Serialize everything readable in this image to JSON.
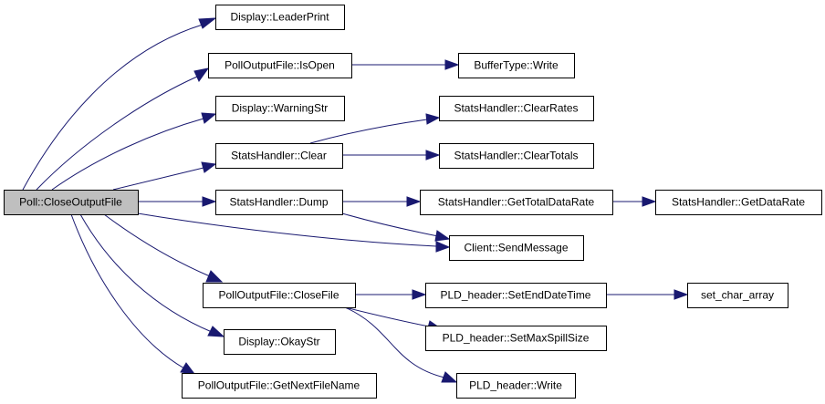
{
  "graph": {
    "nodes": [
      {
        "id": "root",
        "label": "Poll::CloseOutputFile",
        "root": true
      },
      {
        "id": "lp",
        "label": "Display::LeaderPrint"
      },
      {
        "id": "io",
        "label": "PollOutputFile::IsOpen"
      },
      {
        "id": "bw",
        "label": "BufferType::Write"
      },
      {
        "id": "ws",
        "label": "Display::WarningStr"
      },
      {
        "id": "cr",
        "label": "StatsHandler::ClearRates"
      },
      {
        "id": "clr",
        "label": "StatsHandler::Clear"
      },
      {
        "id": "ct",
        "label": "StatsHandler::ClearTotals"
      },
      {
        "id": "dump",
        "label": "StatsHandler::Dump"
      },
      {
        "id": "gtdr",
        "label": "StatsHandler::GetTotalDataRate"
      },
      {
        "id": "gdr",
        "label": "StatsHandler::GetDataRate"
      },
      {
        "id": "sm",
        "label": "Client::SendMessage"
      },
      {
        "id": "cf",
        "label": "PollOutputFile::CloseFile"
      },
      {
        "id": "sedt",
        "label": "PLD_header::SetEndDateTime"
      },
      {
        "id": "sca",
        "label": "set_char_array"
      },
      {
        "id": "smss",
        "label": "PLD_header::SetMaxSpillSize"
      },
      {
        "id": "os",
        "label": "Display::OkayStr"
      },
      {
        "id": "pw",
        "label": "PLD_header::Write"
      },
      {
        "id": "gnfn",
        "label": "PollOutputFile::GetNextFileName"
      }
    ],
    "edges": [
      [
        "root",
        "lp"
      ],
      [
        "root",
        "io"
      ],
      [
        "root",
        "ws"
      ],
      [
        "root",
        "clr"
      ],
      [
        "root",
        "dump"
      ],
      [
        "root",
        "sm"
      ],
      [
        "root",
        "cf"
      ],
      [
        "root",
        "os"
      ],
      [
        "root",
        "gnfn"
      ],
      [
        "io",
        "bw"
      ],
      [
        "clr",
        "cr"
      ],
      [
        "clr",
        "ct"
      ],
      [
        "dump",
        "gtdr"
      ],
      [
        "dump",
        "sm"
      ],
      [
        "gtdr",
        "gdr"
      ],
      [
        "cf",
        "sedt"
      ],
      [
        "cf",
        "smss"
      ],
      [
        "cf",
        "pw"
      ],
      [
        "sedt",
        "sca"
      ]
    ]
  }
}
